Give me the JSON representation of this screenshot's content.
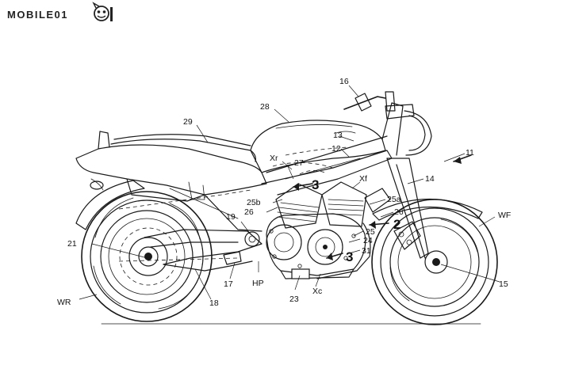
{
  "logo": {
    "text": "MOBILE01",
    "icon": "mobile01-face-logo"
  },
  "labels": {
    "l11": "11",
    "l12": "12",
    "l13": "13",
    "l14": "14",
    "l15": "15",
    "l16": "16",
    "l17": "17",
    "l18": "18",
    "l19": "19",
    "l21": "21",
    "l23": "23",
    "l24": "24",
    "l25": "25",
    "l25a": "25a",
    "l25b": "25b",
    "l26a": "26",
    "l26b": "26",
    "l27": "27",
    "l28": "28",
    "l29": "29",
    "l31": "31",
    "wr": "WR",
    "wf": "WF",
    "hp": "HP",
    "xc": "Xc",
    "xr": "Xr",
    "xf": "Xf",
    "sec2": "2",
    "sec3a": "3",
    "sec3b": "3"
  },
  "colors": {
    "line": "#1a1a1a",
    "background": "#ffffff"
  }
}
